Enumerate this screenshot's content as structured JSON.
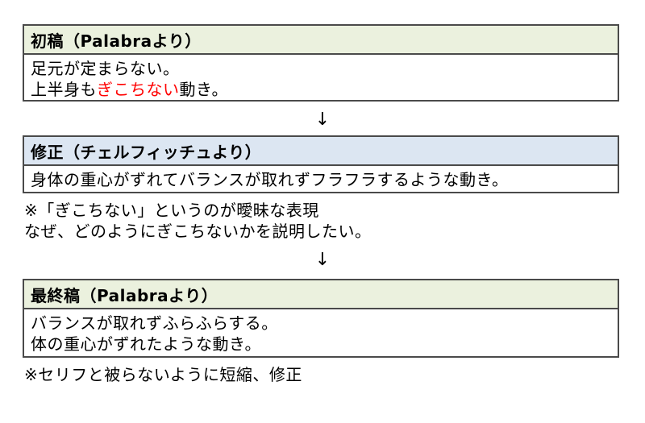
{
  "draft1": {
    "header": "初稿（Palabraより）",
    "line1": "足元が定まらない。",
    "line2_prefix": "上半身も",
    "line2_highlight": "ぎこちない",
    "line2_suffix": "動き。",
    "highlight_color": "#ff0000",
    "header_color": "#ebf1de"
  },
  "arrow1": "↓",
  "revision": {
    "header": "修正（チェルフィッチュより）",
    "line1": "身体の重心がずれてバランスが取れずフラフラするような動き。",
    "header_color": "#dce6f2"
  },
  "note1": {
    "line1": "※「ぎこちない」というのが曖昧な表現",
    "line2": "なぜ、どのようにぎこちないかを説明したい。"
  },
  "arrow2": "↓",
  "final": {
    "header": "最終稿（Palabraより）",
    "line1": "バランスが取れずふらふらする。",
    "line2": "体の重心がずれたような動き。",
    "header_color": "#ebf1de"
  },
  "note2": {
    "line1": "※セリフと被らないように短縮、修正"
  }
}
